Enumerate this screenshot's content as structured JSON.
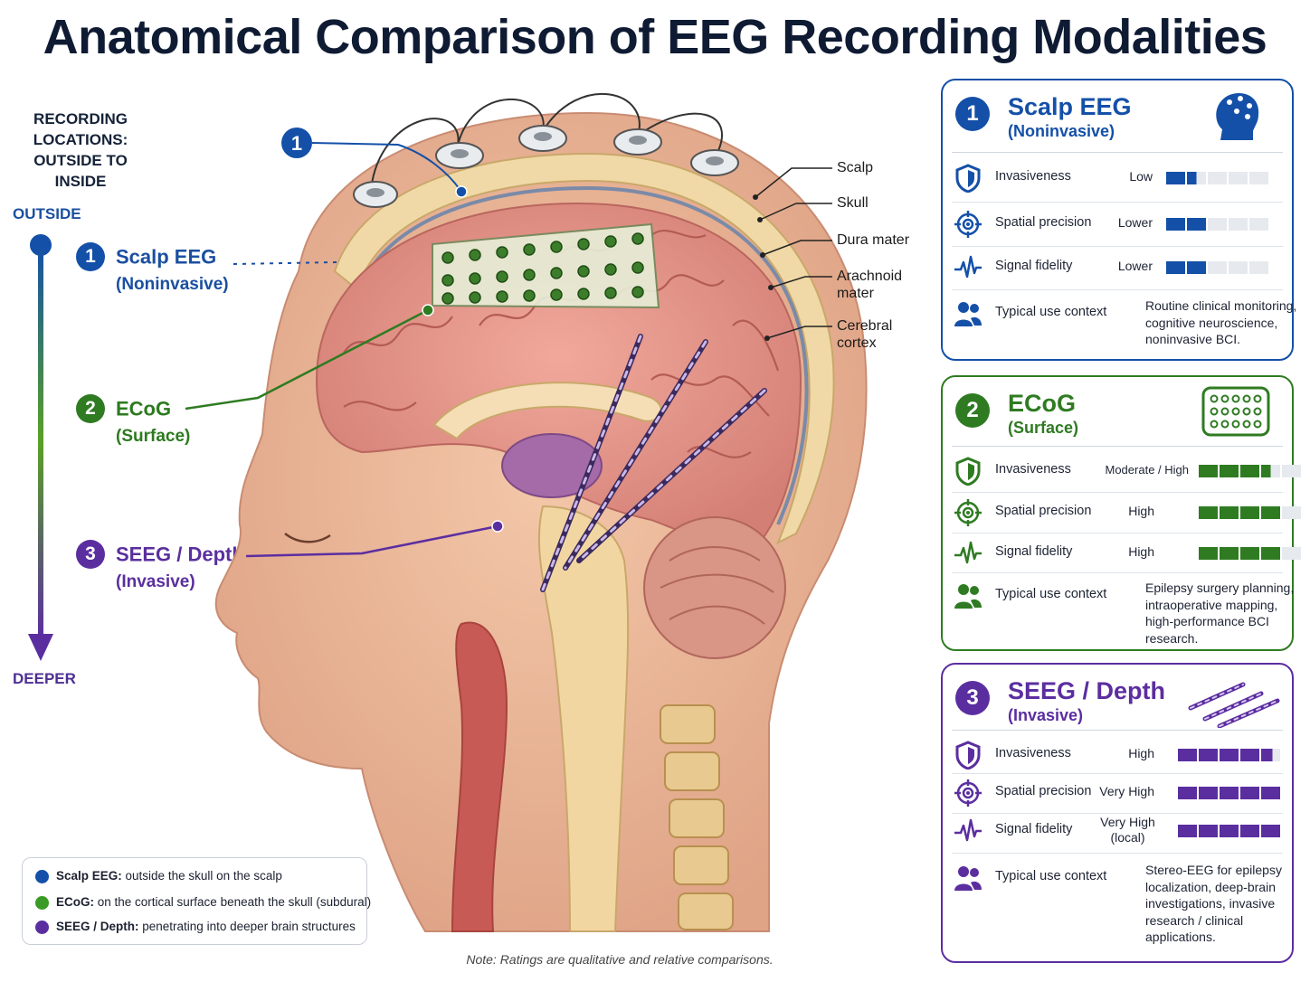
{
  "title": "Anatomical Comparison of EEG Recording Modalities",
  "locations_heading": "RECORDING LOCATIONS: OUTSIDE TO INSIDE",
  "axis": {
    "start": "OUTSIDE",
    "end": "DEEPER"
  },
  "diagram_labels": [
    {
      "number": "1",
      "name": "Scalp EEG",
      "sub": "(Noninvasive)",
      "color": "#1450a8"
    },
    {
      "number": "2",
      "name": "ECoG",
      "sub": "(Surface)",
      "color": "#2f7b22"
    },
    {
      "number": "3",
      "name": "SEEG / Depth",
      "sub": "(Invasive)",
      "color": "#5b2ea0"
    }
  ],
  "head_marker": "1",
  "layers": {
    "scalp": "Scalp",
    "skull": "Skull",
    "dura": "Dura mater",
    "arachnoid_1": "Arachnoid",
    "arachnoid_2": "mater",
    "cortex_1": "Cerebral",
    "cortex_2": "cortex"
  },
  "cards": [
    {
      "number": "1",
      "title": "Scalp EEG",
      "sub": "(Noninvasive)",
      "color": "#1450a8",
      "icon": "head-electrodes-icon",
      "rows": {
        "invasiveness": {
          "label": "Invasiveness",
          "value": "Low",
          "level": 1.5
        },
        "spatial": {
          "label": "Spatial precision",
          "value": "Lower",
          "level": 2
        },
        "fidelity": {
          "label": "Signal fidelity",
          "value": "Lower",
          "level": 2
        },
        "context": {
          "label": "Typical use context",
          "text": "Routine clinical monitoring, cognitive neuroscience, noninvasive BCI."
        }
      }
    },
    {
      "number": "2",
      "title": "ECoG",
      "sub": "(Surface)",
      "color": "#2f7b22",
      "icon": "electrode-grid-icon",
      "rows": {
        "invasiveness": {
          "label": "Invasiveness",
          "value": "Moderate / High",
          "level": 3.5
        },
        "spatial": {
          "label": "Spatial precision",
          "value": "High",
          "level": 4
        },
        "fidelity": {
          "label": "Signal fidelity",
          "value": "High",
          "level": 4
        },
        "context": {
          "label": "Typical use context",
          "text": "Epilepsy surgery planning, intraoperative mapping, high-performance BCI research."
        }
      }
    },
    {
      "number": "3",
      "title": "SEEG / Depth",
      "sub": "(Invasive)",
      "color": "#5b2ea0",
      "icon": "depth-electrodes-icon",
      "rows": {
        "invasiveness": {
          "label": "Invasiveness",
          "value": "High",
          "level": 4.6
        },
        "spatial": {
          "label": "Spatial precision",
          "value": "Very High",
          "level": 5
        },
        "fidelity": {
          "label": "Signal fidelity",
          "value": "Very High (local)",
          "level": 5
        },
        "context": {
          "label": "Typical use context",
          "text": "Stereo-EEG for epilepsy localization, deep-brain investigations, invasive research / clinical applications."
        }
      }
    }
  ],
  "legend": [
    {
      "name": "Scalp EEG:",
      "desc": " outside the skull on the scalp",
      "color": "#1450a8"
    },
    {
      "name": "ECoG:",
      "desc": " on the cortical surface beneath the skull (subdural)",
      "color": "#2f7b22"
    },
    {
      "name": "SEEG / Depth:",
      "desc": " penetrating into deeper brain structures",
      "color": "#5b2ea0"
    }
  ],
  "note": "Note: Ratings are qualitative and relative comparisons."
}
